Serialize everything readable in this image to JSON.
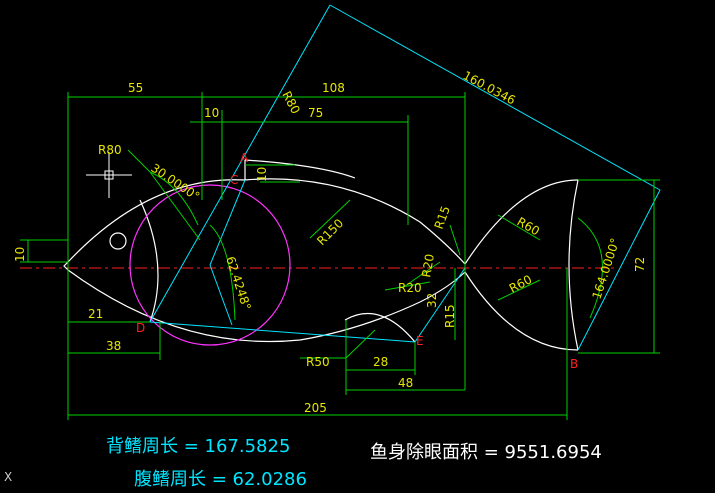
{
  "dimensions": {
    "d55": "55",
    "d108": "108",
    "d10_top": "10",
    "d75": "75",
    "d160": "160.0346",
    "r80_angle": "R80",
    "r80": "R80",
    "a30": "30.0000°",
    "d10_small": "10",
    "r150": "R150",
    "r15_top": "R15",
    "r60_top": "R60",
    "d10_left": "10",
    "a62": "62.4248°",
    "r20_right": "R20",
    "r20_belly": "R20",
    "r60_bot": "R60",
    "d32": "32",
    "r15_bot": "R15",
    "a164": "164.0000°",
    "d72": "72",
    "d21": "21",
    "d38": "38",
    "r50": "R50",
    "d28": "28",
    "d48": "48",
    "d205": "205"
  },
  "points": {
    "A": "A",
    "C": "C",
    "D": "D",
    "E": "E",
    "B": "B"
  },
  "results": {
    "dorsal": "背鳍周长 = 167.5825",
    "ventral": "腹鳍周长 = 62.0286",
    "area": "鱼身除眼面积 = 9551.6954"
  },
  "cursor_label": "X"
}
